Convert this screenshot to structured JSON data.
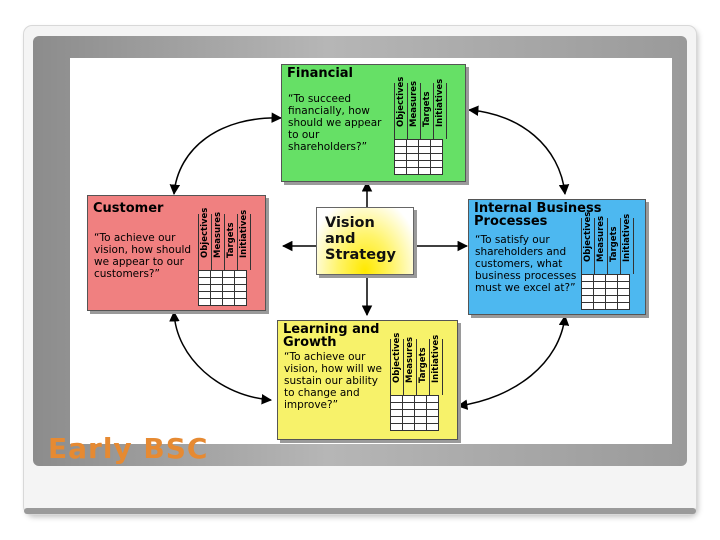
{
  "slide": {
    "title": "Early BSC",
    "title_color": "#e68a32"
  },
  "diagram": {
    "column_headers": [
      "Objectives",
      "Measures",
      "Targets",
      "Initiatives"
    ],
    "center": {
      "line1": "Vision",
      "line2": "and",
      "line3": "Strategy",
      "color": "#ffe900"
    },
    "financial": {
      "title": "Financial",
      "question": "“To succeed financially, how should we appear to our shareholders?”",
      "color": "#66e066"
    },
    "customer": {
      "title": "Customer",
      "question": "“To achieve our vision, how should we appear to our customers?”",
      "color": "#f08080"
    },
    "internal": {
      "title_line1": "Internal Business",
      "title_line2": "Processes",
      "question": "“To satisfy our shareholders and customers, what business processes must we excel at?”",
      "color": "#4db8f0"
    },
    "learning": {
      "title_line1": "Learning and",
      "title_line2": "Growth",
      "question": "“To achieve our vision, how will we sustain our ability to change and improve?”",
      "color": "#f7f26a"
    }
  }
}
